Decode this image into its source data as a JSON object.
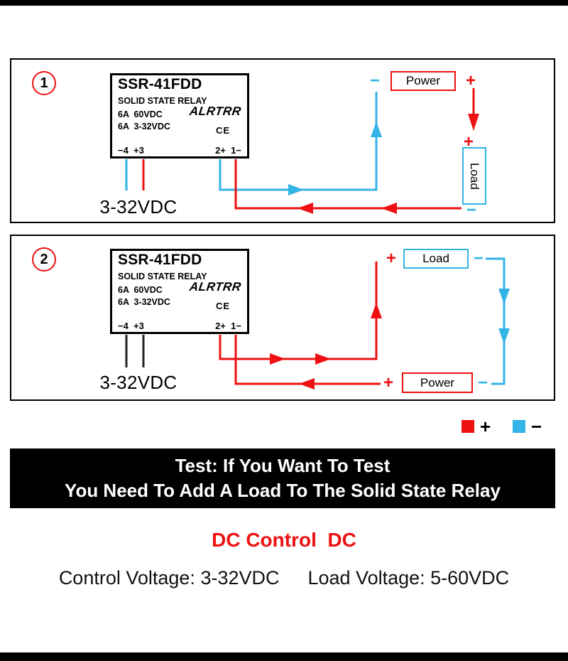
{
  "colors": {
    "red": "#ee1111",
    "blue": "#33b3e6"
  },
  "relay": {
    "model": "SSR-41FDD",
    "type": "SOLID STATE RELAY",
    "rating1": "6A  60VDC",
    "rating2": "6A  3-32VDC",
    "brand": "ALRTRR",
    "ce": "CE",
    "terminals_left": "−4  +3",
    "terminals_right": "2+  1−"
  },
  "diagram1": {
    "number": "1",
    "control_voltage": "3-32VDC",
    "power": "Power",
    "load": "Load",
    "plus": "+",
    "minus": "−"
  },
  "diagram2": {
    "number": "2",
    "control_voltage": "3-32VDC",
    "power": "Power",
    "load": "Load",
    "plus": "+",
    "minus": "−"
  },
  "legend": {
    "plus": "+",
    "minus": "−"
  },
  "banner": {
    "line1": "Test: If You Want To Test",
    "line2": "You Need To Add A Load To The Solid State Relay"
  },
  "subtitle": "DC Control  DC",
  "specs": {
    "control": "Control Voltage: 3-32VDC",
    "load": "Load Voltage: 5-60VDC"
  }
}
